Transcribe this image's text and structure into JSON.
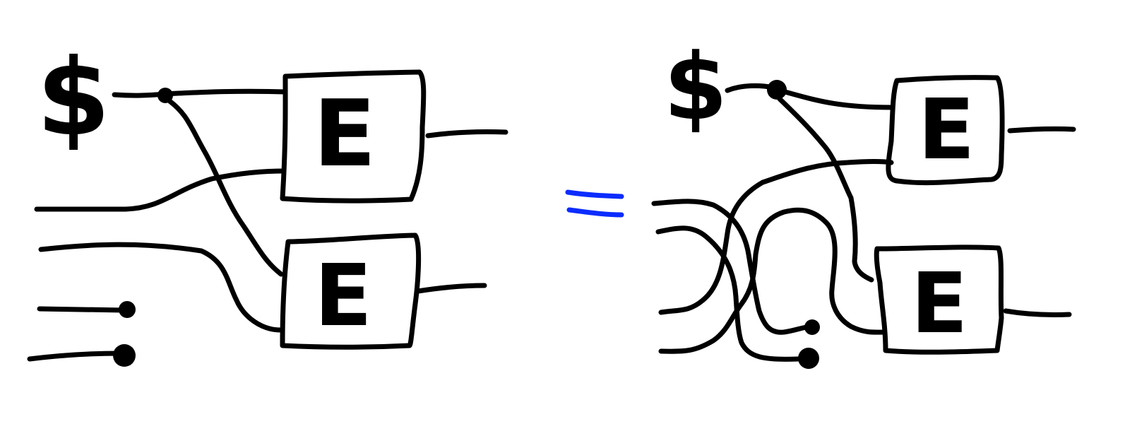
{
  "colors": {
    "ink": "#000000",
    "equals": "#0b2cff",
    "background": "#ffffff"
  },
  "left": {
    "dollar": "$",
    "boxes": [
      {
        "label": "E"
      },
      {
        "label": "E"
      }
    ]
  },
  "equals_sign": "=",
  "right": {
    "dollar": "$",
    "boxes": [
      {
        "label": "E"
      },
      {
        "label": "E"
      }
    ]
  }
}
